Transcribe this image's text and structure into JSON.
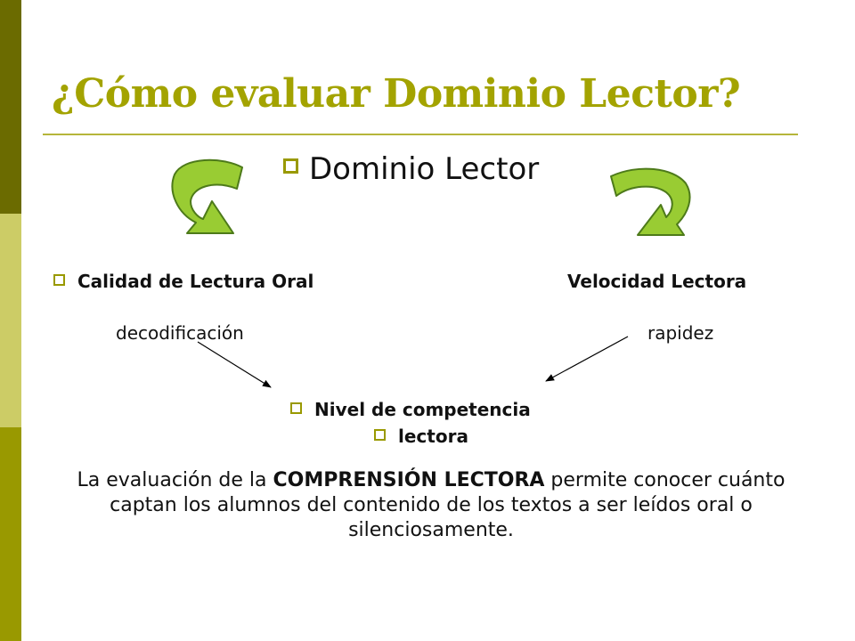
{
  "slide": {
    "title": "¿Cómo evaluar Dominio Lector?",
    "main_bullet": "Dominio Lector",
    "left_label": "Calidad de Lectura Oral",
    "right_label": "Velocidad Lectora",
    "left_sub": "decodificación",
    "right_sub": "rapidez",
    "center_line1": "Nivel de competencia",
    "center_line2": "lectora",
    "paragraph": {
      "pre": "La evaluación de la ",
      "emph": "COMPRENSIÓN LECTORA",
      "post": " permite conocer cuánto captan los alumnos del contenido de los textos a ser leídos oral o silenciosamente."
    }
  },
  "colors": {
    "title": "#a3a300",
    "bar_dark": "#6b6b00",
    "bar_light": "#cccc66",
    "bar_mid": "#999900",
    "arrow_fill": "#99cc33",
    "arrow_stroke": "#4d7a1a"
  }
}
